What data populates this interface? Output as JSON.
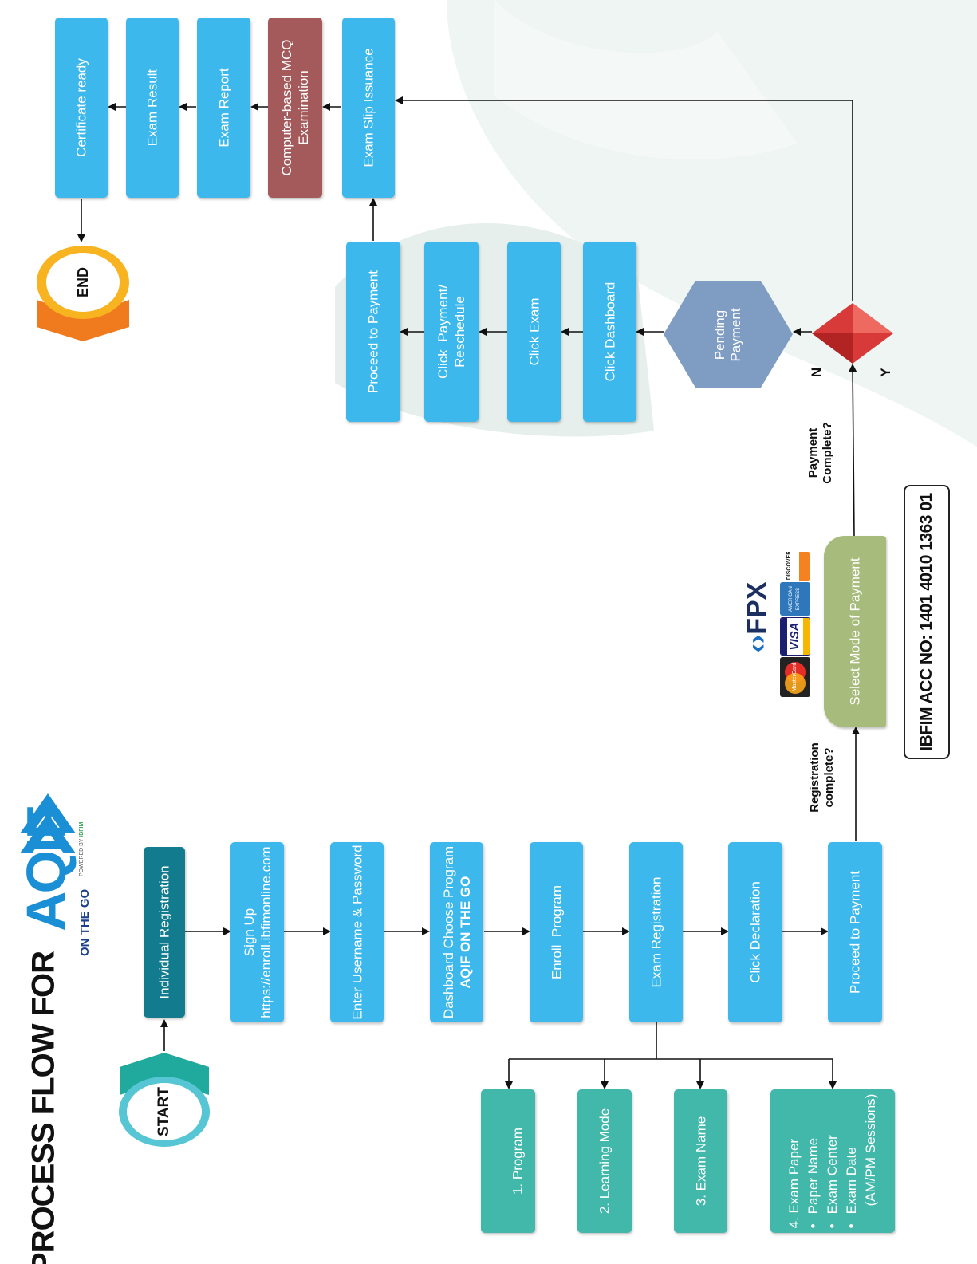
{
  "title": "PROCESS FLOW FOR",
  "logo": {
    "brand": "AQIF",
    "tagline": "ON THE GO",
    "powered": "POWERED BY",
    "powered_by": "IBFIM"
  },
  "terminals": {
    "start": "START",
    "end": "END"
  },
  "registration_flow": {
    "individual_registration": "Individual Registration",
    "sign_up": "Sign Up",
    "sign_up_url": "https://enroll.ibfimonline.com",
    "enter_credentials": "Enter Username & Password",
    "dashboard_choose": "Dashboard Choose Program",
    "program_name": "AQIF ON THE GO",
    "enroll_program": "Enroll  Program",
    "exam_registration": "Exam Registration",
    "click_declaration": "Click Declaration",
    "proceed_to_payment": "Proceed to Payment"
  },
  "exam_registration_details": {
    "program": "1. Program",
    "learning_mode": "2. Learning Mode",
    "exam_name": "3. Exam Name",
    "exam_paper": "4. Exam Paper",
    "exam_paper_items": [
      "Paper Name",
      "Exam Center",
      "Exam Date"
    ],
    "sessions": "(AM/PM Sessions)"
  },
  "payment": {
    "registration_complete_q": [
      "Registration",
      "complete?"
    ],
    "select_mode": "Select Mode of Payment",
    "payment_complete_q": [
      "Payment",
      "Complete?"
    ],
    "decision_no": "N",
    "decision_yes": "Y",
    "account_number": "IBFIM ACC NO: 1401 4010 1363 01",
    "methods": {
      "fpx": "FPX",
      "mastercard": "MasterCard",
      "visa": "VISA",
      "amex": [
        "AMERICAN",
        "EXPRESS"
      ],
      "discover": "DISCOVER"
    }
  },
  "pending_flow": {
    "pending_payment": [
      "Pending",
      "Payment"
    ],
    "click_dashboard": "Click Dashboard",
    "click_exam": "Click Exam",
    "click_payment_reschedule": [
      "Click  Payment/",
      "Reschedule"
    ],
    "proceed_to_payment": "Proceed to Payment"
  },
  "exam_flow": {
    "exam_slip": "Exam Slip Issuance",
    "cbt_mcq": [
      "Computer-based MCQ",
      "Examination"
    ],
    "exam_report": "Exam Report",
    "exam_result": "Exam Result",
    "certificate": "Certificate ready"
  },
  "colors": {
    "step_blue": "#3db8ec",
    "detail_teal": "#41b8aa",
    "start_dark_teal": "#127c8e",
    "exam_mauve": "#a45a5a",
    "payment_olive": "#a7bc7c",
    "pending_hex": "#7f9dc2",
    "decision_red": "#d83a3a",
    "end_orange": "#f28a1f"
  }
}
